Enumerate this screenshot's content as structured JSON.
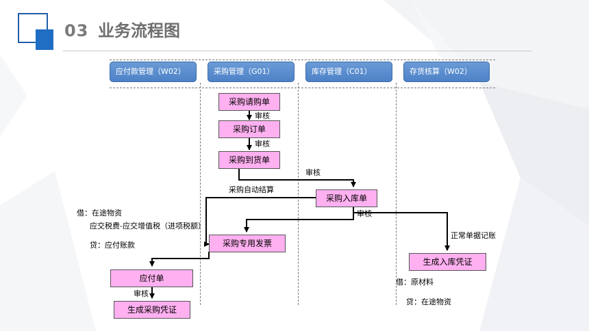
{
  "header": {
    "section_number": "03",
    "title": "业务流程图"
  },
  "lanes": [
    {
      "label": "应付款管理（W02）"
    },
    {
      "label": "采购管理（G01）"
    },
    {
      "label": "库存管理（C01）"
    },
    {
      "label": "存货核算（W02）"
    }
  ],
  "nodes": {
    "purchase_request": "采购请购单",
    "purchase_order": "采购订单",
    "purchase_arrival": "采购到货单",
    "purchase_receipt": "采购入库单",
    "purchase_invoice": "采购专用发票",
    "payable": "应付单",
    "purchase_voucher": "生成采购凭证",
    "receipt_voucher": "生成入库凭证"
  },
  "edge_labels": {
    "review_1": "审核",
    "review_2": "审核",
    "review_3": "审核",
    "review_4": "审核",
    "review_5": "审核",
    "auto_settle": "采购自动结算",
    "normal_bookkeeping": "正常单据记账"
  },
  "notes": {
    "debit_transit": "借：在途物资",
    "tax_line": "应交税费-应交增值税（进项税额）",
    "credit_payable": "贷：应付账款",
    "debit_material": "借：原材料",
    "credit_transit": "贷：在途物资"
  },
  "colors": {
    "lane_fill": "#5b8fd0",
    "node_fill": "#ffb0f0",
    "accent_blue": "#1f6ec4"
  }
}
